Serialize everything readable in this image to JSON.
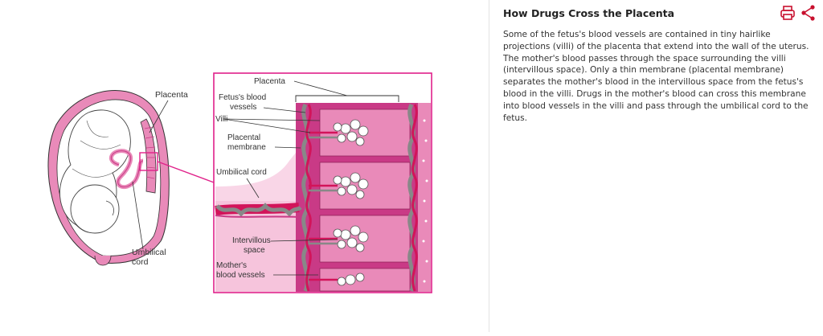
{
  "article": {
    "title": "How Drugs Cross the Placenta",
    "body": "Some of the fetus's blood vessels are contained in tiny hairlike projections (villi) of the placenta that extend into the wall of the uterus. The mother's blood passes through the space surrounding the villi (intervillous space). Only a thin membrane (placental membrane) separates the mother's blood in the intervillous space from the fetus's blood in the villi. Drugs in the mother's blood can cross this membrane into blood vessels in the villi and pass through the umbilical cord to the fetus."
  },
  "actions": {
    "print_icon": "print-icon",
    "share_icon": "share-icon"
  },
  "colors": {
    "accent": "#c8102e",
    "magenta": "#e0218a",
    "pink_light": "#f6c4dc",
    "pink_mid": "#e98ab9",
    "pink_dark": "#c93a86",
    "vessel_red": "#d2145a"
  },
  "diagram": {
    "overview_labels": {
      "placenta": "Placenta",
      "umbilical_cord_1": "Umbilical",
      "umbilical_cord_2": "cord"
    },
    "detail_labels": {
      "placenta": "Placenta",
      "fetus_vessels_1": "Fetus's blood",
      "fetus_vessels_2": "vessels",
      "villi": "Villi",
      "membrane_1": "Placental",
      "membrane_2": "membrane",
      "umbilical_cord": "Umbilical cord",
      "intervillous_1": "Intervillous",
      "intervillous_2": "space",
      "mothers_1": "Mother's",
      "mothers_2": "blood vessels"
    }
  }
}
